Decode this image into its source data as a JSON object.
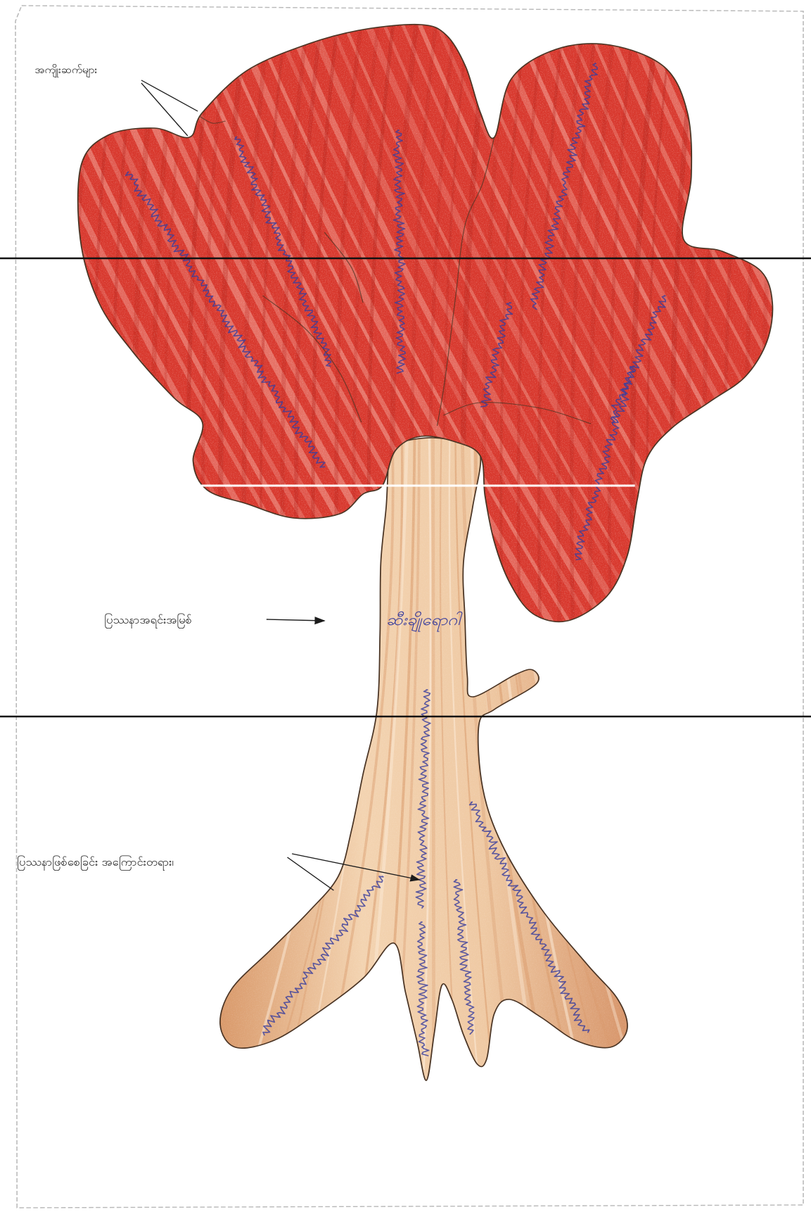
{
  "labels": {
    "effects": "အကျိုးဆက်များ",
    "core_problem": "ပြဿနာအရင်းအမြစ်",
    "trunk": "ဆီးချိုရောဂါ",
    "causes": "ပြဿနာဖြစ်စေခြင်း အကြောင်းတရား၊"
  },
  "colors": {
    "canopy": "#d8372c",
    "canopy_light": "#f4a79a",
    "trunk": "#efc9a3",
    "trunk_edge": "#d9996a",
    "ink": "#3c3f9c",
    "outline": "#4a3424",
    "scan_line": "#111111"
  },
  "icons": {
    "pointer_arrows": "arrow-icon"
  }
}
